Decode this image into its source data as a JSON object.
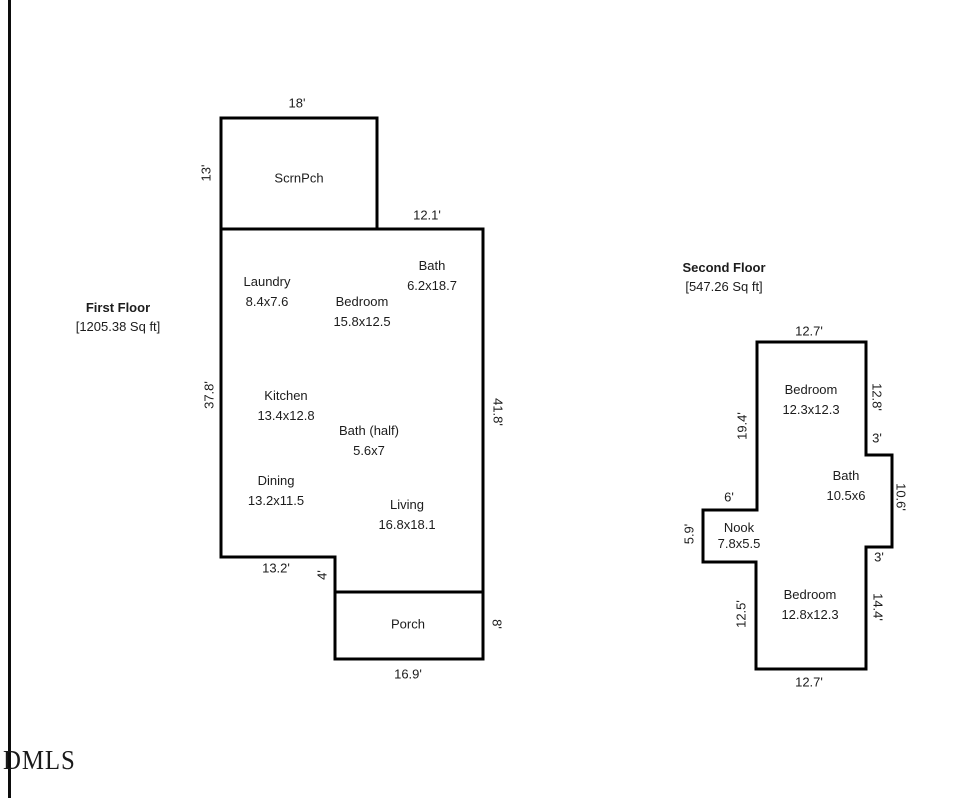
{
  "watermark": "DMLS",
  "colors": {
    "wall": "#000000",
    "background": "#ffffff",
    "text": "#1c1c1c"
  },
  "first_floor": {
    "title": "First Floor",
    "area": "[1205.38 Sq ft]",
    "rooms": {
      "scrnpch": {
        "name": "ScrnPch"
      },
      "laundry": {
        "name": "Laundry",
        "size": "8.4x7.6"
      },
      "bath": {
        "name": "Bath",
        "size": "6.2x18.7"
      },
      "bedroom": {
        "name": "Bedroom",
        "size": "15.8x12.5"
      },
      "kitchen": {
        "name": "Kitchen",
        "size": "13.4x12.8"
      },
      "bath_half": {
        "name": "Bath (half)",
        "size": "5.6x7"
      },
      "dining": {
        "name": "Dining",
        "size": "13.2x11.5"
      },
      "living": {
        "name": "Living",
        "size": "16.8x18.1"
      },
      "porch": {
        "name": "Porch"
      }
    },
    "dimensions": {
      "scrnpch_width": "18'",
      "scrnpch_height": "13'",
      "top_right_width": "12.1'",
      "left_height": "37.8'",
      "right_height": "41.8'",
      "bottom_left_width": "13.2'",
      "step_height": "4'",
      "porch_width": "16.9'",
      "porch_height": "8'"
    }
  },
  "second_floor": {
    "title": "Second Floor",
    "area": "[547.26 Sq ft]",
    "rooms": {
      "bedroom_top": {
        "name": "Bedroom",
        "size": "12.3x12.3"
      },
      "bath": {
        "name": "Bath",
        "size": "10.5x6"
      },
      "nook": {
        "name": "Nook",
        "size": "7.8x5.5"
      },
      "bedroom_bottom": {
        "name": "Bedroom",
        "size": "12.8x12.3"
      }
    },
    "dimensions": {
      "top_width": "12.7'",
      "right_upper_height": "12.8'",
      "step_upper": "3'",
      "left_upper_height": "19.4'",
      "bath_right_height": "10.6'",
      "nook_top_width": "6'",
      "nook_left_height": "5.9'",
      "step_lower": "3'",
      "left_lower_height": "12.5'",
      "right_lower_height": "14.4'",
      "bottom_width": "12.7'"
    }
  }
}
